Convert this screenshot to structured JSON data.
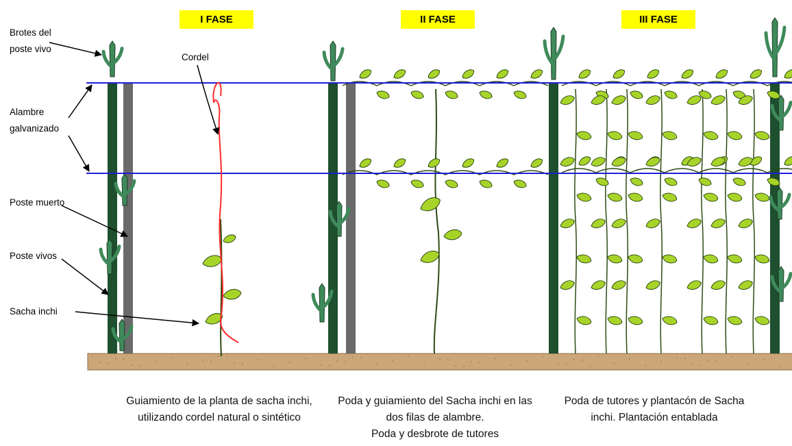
{
  "phases": [
    "I FASE",
    "II FASE",
    "III FASE"
  ],
  "labels": {
    "brotes_line1": "Brotes del",
    "brotes_line2": "poste vivo",
    "cordel": "Cordel",
    "alambre_line1": "Alambre",
    "alambre_line2": "galvanizado",
    "poste_muerto": "Poste muerto",
    "poste_vivos": "Poste vivos",
    "sacha_inchi": "Sacha inchi"
  },
  "captions": {
    "phase1": [
      "Guiamiento de la planta de sacha inchi,",
      "utilizando cordel natural o sintético"
    ],
    "phase2": [
      "Poda y guiamiento del Sacha inchi en las",
      "dos filas de alambre.",
      "Poda y desbrote de tutores"
    ],
    "phase3": [
      "Poda de tutores y plantacón de Sacha",
      "inchi. Plantación entablada"
    ]
  },
  "colors": {
    "phase_highlight": "#ffff00",
    "wire": "#1f1fd6",
    "cord": "#ff2a2a",
    "live_post": "#1e4f2e",
    "dead_post": "#6a6a6a",
    "leaf": "#a8d42a",
    "sprout": "#3f8a5a",
    "ground": "#caa679"
  }
}
